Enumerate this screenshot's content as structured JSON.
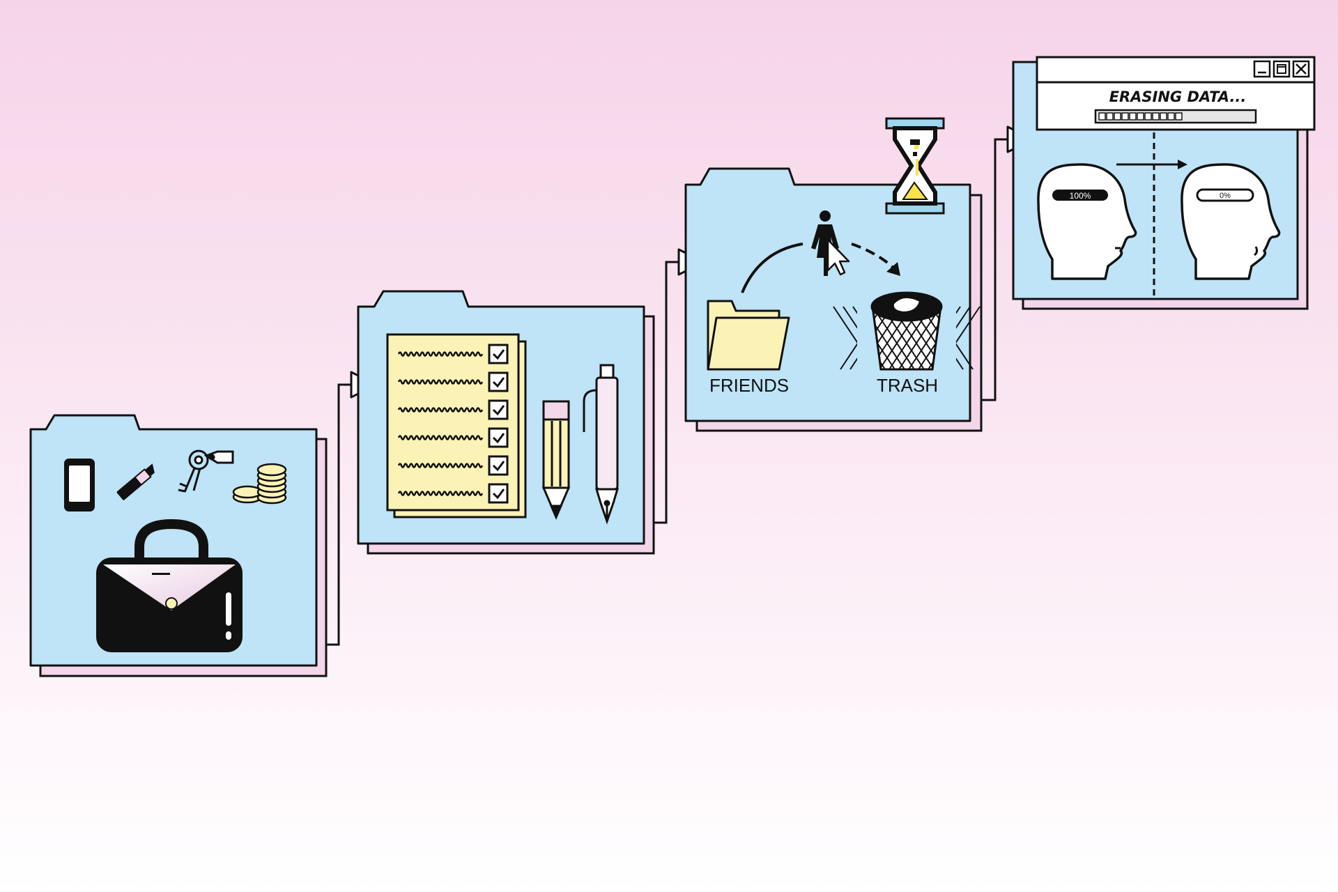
{
  "colors": {
    "folder_fill": "#bfe3f7",
    "back_sheet": "#f3d6e9",
    "paper_yellow": "#fbf3b6",
    "outline": "#111111",
    "background_top": "#f6d4e8",
    "background_bottom": "#ffffff"
  },
  "step1": {
    "icons": [
      "phone-icon",
      "lipstick-icon",
      "keys-icon",
      "coins-icon",
      "handbag-icon"
    ]
  },
  "step2": {
    "icons": [
      "checklist-icon",
      "pencil-icon",
      "fountain-pen-icon"
    ],
    "checklist_rows": 6
  },
  "step3": {
    "friends_label": "FRIENDS",
    "trash_label": "TRASH",
    "icons": [
      "hourglass-icon",
      "person-icon",
      "cursor-icon",
      "folder-icon",
      "trash-bin-icon"
    ]
  },
  "step4": {
    "window_title": "ERASING DATA...",
    "progress_fraction": 0.55,
    "head_before_label": "100%",
    "head_after_label": "0%",
    "before_level": 1.0,
    "after_level": 0.0
  }
}
